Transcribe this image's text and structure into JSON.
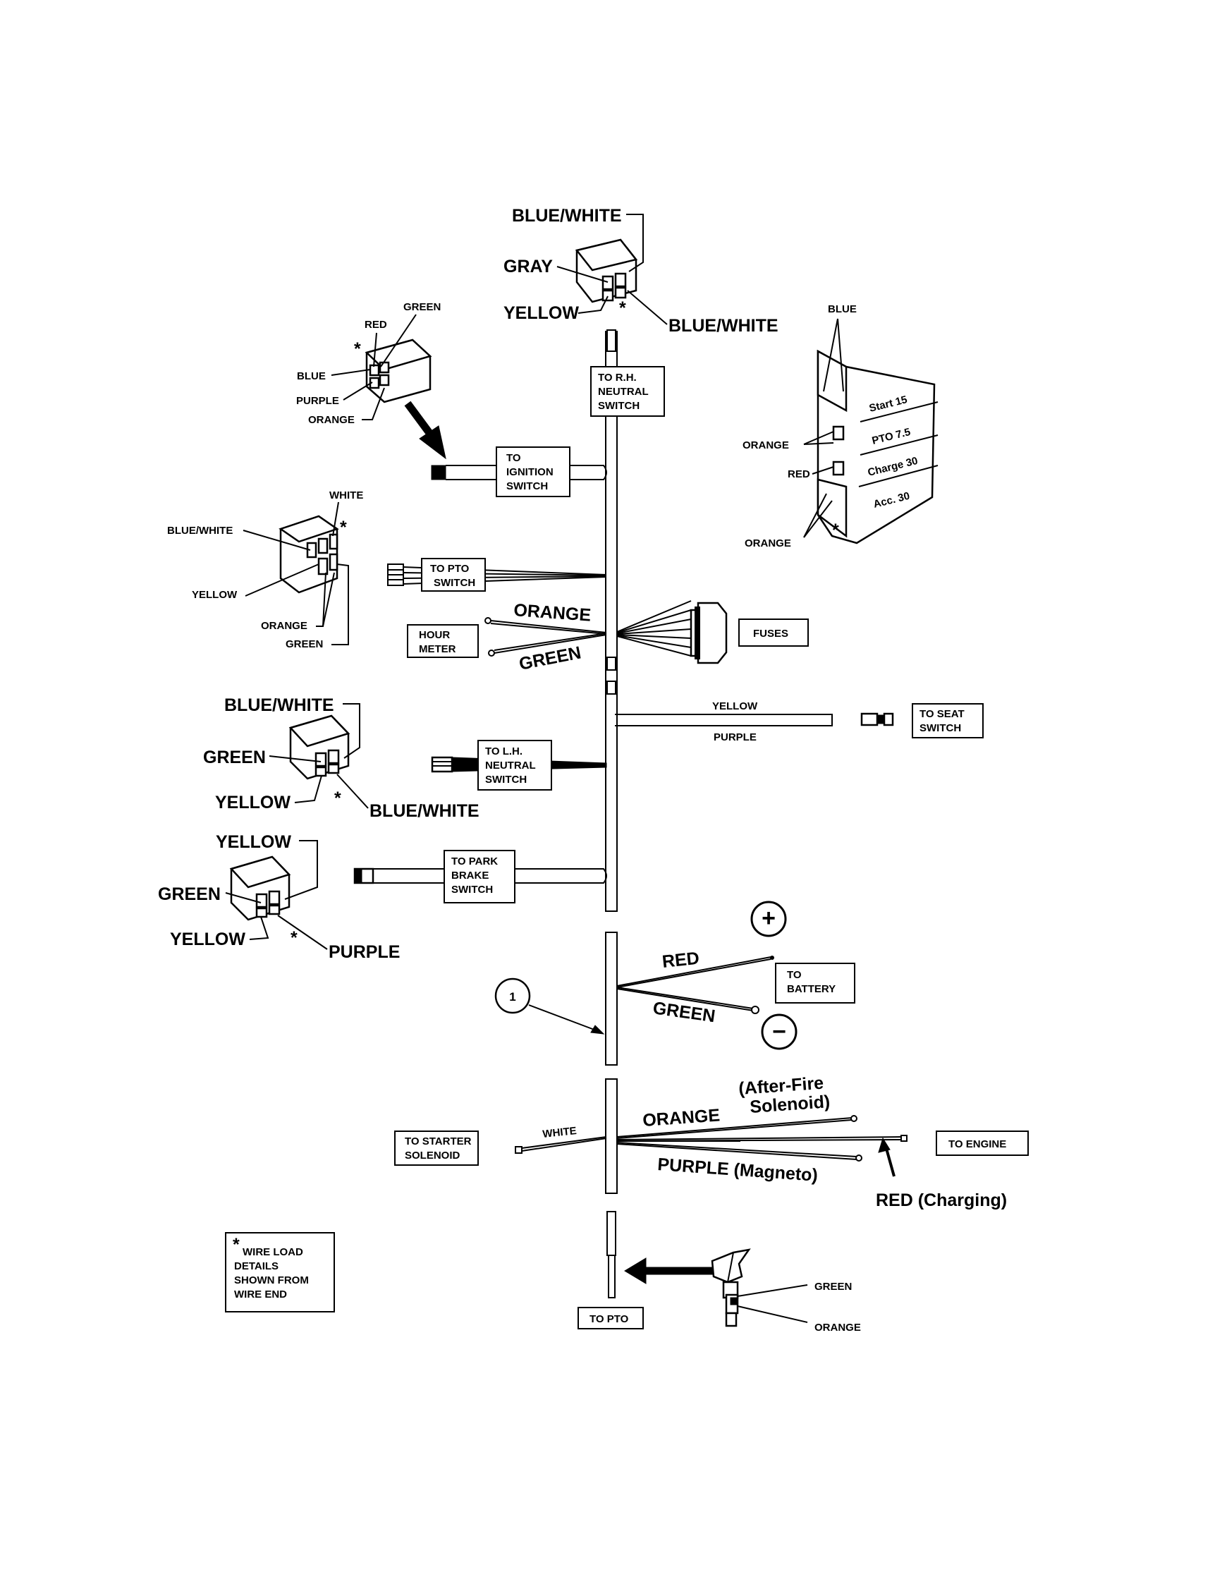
{
  "connector_top": {
    "blue_white_1": "BLUE/WHITE",
    "gray": "GRAY",
    "yellow": "YELLOW",
    "blue_white_2": "BLUE/WHITE",
    "asterisk": "*"
  },
  "connector_ignition": {
    "green": "GREEN",
    "red": "RED",
    "blue": "BLUE",
    "purple": "PURPLE",
    "orange": "ORANGE",
    "asterisk": "*"
  },
  "connector_pto": {
    "white": "WHITE",
    "blue_white": "BLUE/WHITE",
    "yellow": "YELLOW",
    "orange": "ORANGE",
    "green": "GREEN",
    "asterisk": "*"
  },
  "connector_lh": {
    "blue_white_1": "BLUE/WHITE",
    "green": "GREEN",
    "yellow": "YELLOW",
    "blue_white_2": "BLUE/WHITE",
    "asterisk": "*"
  },
  "connector_park": {
    "yellow_1": "YELLOW",
    "green": "GREEN",
    "yellow_2": "YELLOW",
    "purple": "PURPLE",
    "asterisk": "*"
  },
  "fuse_block": {
    "blue": "BLUE",
    "orange_1": "ORANGE",
    "red": "RED",
    "orange_2": "ORANGE",
    "start": "Start 15",
    "pto": "PTO 7.5",
    "charge": "Charge 30",
    "acc": "Acc. 30",
    "asterisk": "*"
  },
  "boxes": {
    "rh_neutral": [
      "TO R.H.",
      "NEUTRAL",
      "SWITCH"
    ],
    "ignition": [
      "TO",
      "IGNITION",
      "SWITCH"
    ],
    "pto_switch": [
      "TO PTO",
      "SWITCH"
    ],
    "hour_meter": [
      "HOUR",
      "METER"
    ],
    "fuses": "FUSES",
    "seat_switch": [
      "TO SEAT",
      "SWITCH"
    ],
    "lh_neutral": [
      "TO L.H.",
      "NEUTRAL",
      "SWITCH"
    ],
    "park_brake": [
      "TO PARK",
      "BRAKE",
      "SWITCH"
    ],
    "battery": [
      "TO",
      "BATTERY"
    ],
    "starter": [
      "TO STARTER",
      "SOLENOID"
    ],
    "engine": "TO ENGINE",
    "pto": "TO PTO",
    "note": [
      "WIRE LOAD",
      "DETAILS",
      "SHOWN FROM",
      "WIRE END"
    ]
  },
  "wires": {
    "orange": "ORANGE",
    "green": "GREEN",
    "yellow": "YELLOW",
    "purple": "PURPLE",
    "red": "RED",
    "green_battery": "GREEN",
    "white": "WHITE",
    "orange_engine": "ORANGE",
    "after_fire_1": "(After-Fire",
    "after_fire_2": "Solenoid)",
    "purple_magneto": "PURPLE (Magneto)",
    "red_charging": "RED (Charging)",
    "pto_green": "GREEN",
    "pto_orange": "ORANGE"
  },
  "symbols": {
    "plus": "+",
    "minus": "−",
    "callout": "1",
    "note_asterisk": "*"
  }
}
